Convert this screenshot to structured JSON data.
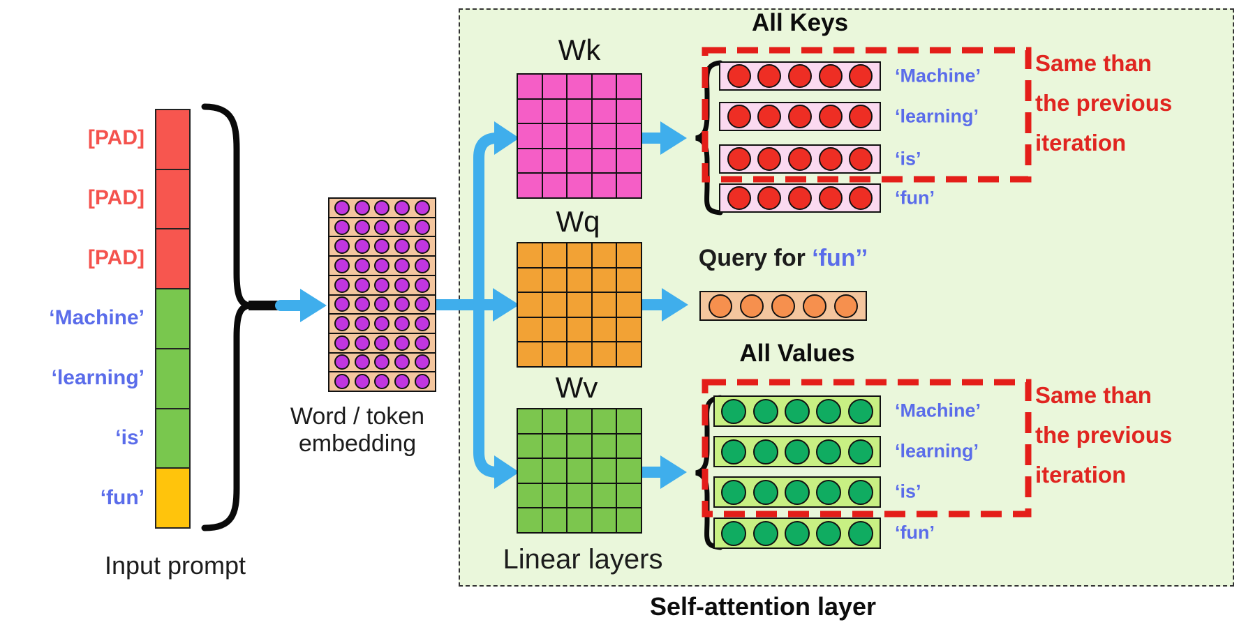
{
  "colors": {
    "box_bg": "#EAF7DB",
    "arrow_blue": "#3FAEEC",
    "pad_red": "#F7564F",
    "word_green": "#79C74E",
    "fun_yellow": "#FFC40C",
    "label_blue": "#5A6CEA",
    "pad_label_red": "#F4524D",
    "embedding_bg": "#F4C69E",
    "embedding_dot": "#C136E0",
    "wk_pink": "#F55EC6",
    "key_row_bg": "#FBD9F0",
    "key_dot": "#EE2E24",
    "wq_orange": "#F2A235",
    "query_row_bg": "#F4C69E",
    "query_dot": "#F6904E",
    "wv_green": "#7CC64E",
    "value_row_bg": "#C8F083",
    "value_dot": "#10AC61",
    "dashed_red": "#E41E19",
    "note_red": "#E02520"
  },
  "input": {
    "caption": "Input prompt",
    "tokens": [
      {
        "label": "[PAD]",
        "kind": "pad"
      },
      {
        "label": "[PAD]",
        "kind": "pad"
      },
      {
        "label": "[PAD]",
        "kind": "pad"
      },
      {
        "label": "‘Machine’",
        "kind": "word"
      },
      {
        "label": "‘learning’",
        "kind": "word"
      },
      {
        "label": "‘is’",
        "kind": "word"
      },
      {
        "label": "‘fun’",
        "kind": "last"
      }
    ]
  },
  "embedding": {
    "label_line1": "Word / token",
    "label_line2": "embedding",
    "rows": 10,
    "cols": 5
  },
  "attention": {
    "box_label": "Self-attention layer",
    "linear_layers_label": "Linear layers",
    "matrices": [
      {
        "id": "wk",
        "label": "Wk"
      },
      {
        "id": "wq",
        "label": "Wq"
      },
      {
        "id": "wv",
        "label": "Wv"
      }
    ],
    "keys": {
      "title": "All Keys",
      "cols": 5,
      "row_labels": [
        "‘Machine’",
        "‘learning’",
        "‘is’",
        "‘fun’"
      ],
      "note_lines": [
        "Same than",
        "the previous",
        "iteration"
      ]
    },
    "query": {
      "title": "Query for ",
      "token": "‘fun’’",
      "cols": 5
    },
    "values": {
      "title": "All Values",
      "cols": 5,
      "row_labels": [
        "‘Machine’",
        "‘learning’",
        "‘is’",
        "‘fun’"
      ],
      "note_lines": [
        "Same than",
        "the previous",
        "iteration"
      ]
    }
  }
}
